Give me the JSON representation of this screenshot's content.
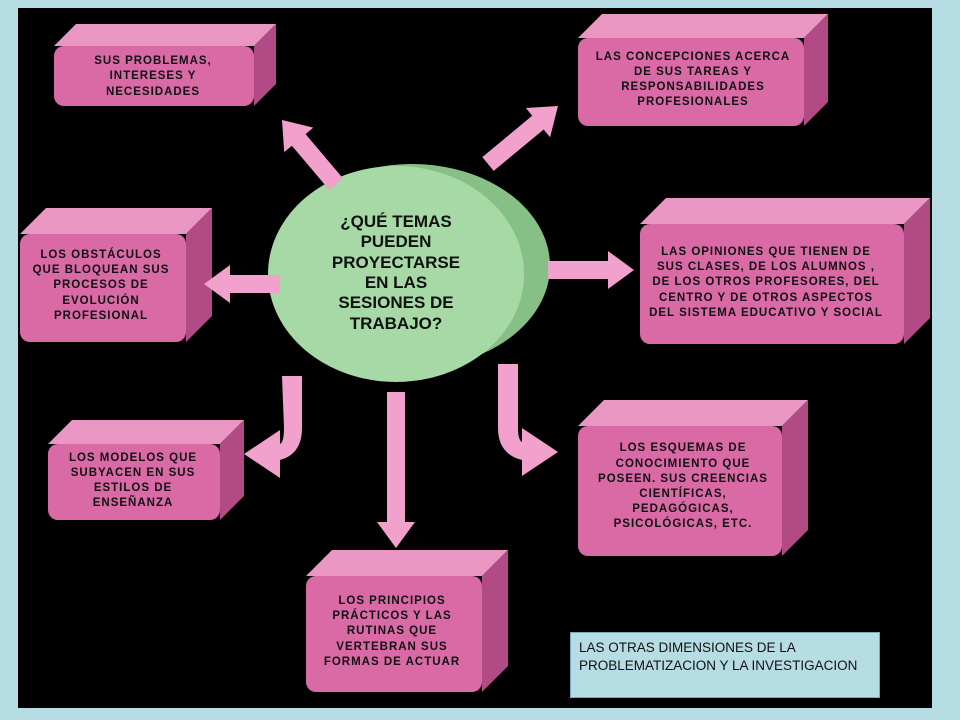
{
  "center": {
    "text": "¿QUÉ TEMAS\nPUEDEN\nPROYECTARSE\nEN LAS\nSESIONES DE\nTRABAJO?"
  },
  "boxes": [
    {
      "name": "box-problemas",
      "text": "SUS PROBLEMAS, INTERESES Y NECESIDADES"
    },
    {
      "name": "box-concepciones",
      "text": "LAS CONCEPCIONES ACERCA DE SUS TAREAS Y RESPONSABILIDADES PROFESIONALES"
    },
    {
      "name": "box-obstaculos",
      "text": "LOS OBSTÁCULOS QUE BLOQUEAN SUS PROCESOS DE EVOLUCIÓN PROFESIONAL"
    },
    {
      "name": "box-opiniones",
      "text": "LAS OPINIONES QUE TIENEN DE SUS CLASES, DE LOS ALUMNOS , DE LOS OTROS PROFESORES, DEL CENTRO Y DE OTROS ASPECTOS DEL SISTEMA EDUCATIVO Y SOCIAL"
    },
    {
      "name": "box-modelos",
      "text": "LOS MODELOS QUE SUBYACEN EN SUS ESTILOS DE ENSEÑANZA"
    },
    {
      "name": "box-esquemas",
      "text": "LOS ESQUEMAS DE CONOCIMIENTO QUE POSEEN. SUS CREENCIAS CIENTÍFICAS, PEDAGÓGICAS, PSICOLÓGICAS, ETC."
    },
    {
      "name": "box-principios",
      "text": "LOS PRINCIPIOS PRÁCTICOS Y LAS RUTINAS QUE VERTEBRAN SUS FORMAS DE ACTUAR"
    }
  ],
  "caption": {
    "text": "LAS OTRAS DIMENSIONES DE LA PROBLEMATIZACION Y LA INVESTIGACION"
  },
  "colors": {
    "page_background": "#b6dde3",
    "canvas_background": "#000000",
    "box_face": "#d96aa6",
    "box_side": "#b24a85",
    "box_top": "#e996c3",
    "arrow": "#f2a0cc",
    "center_face": "#a6d9a6",
    "center_side": "#86c086"
  }
}
